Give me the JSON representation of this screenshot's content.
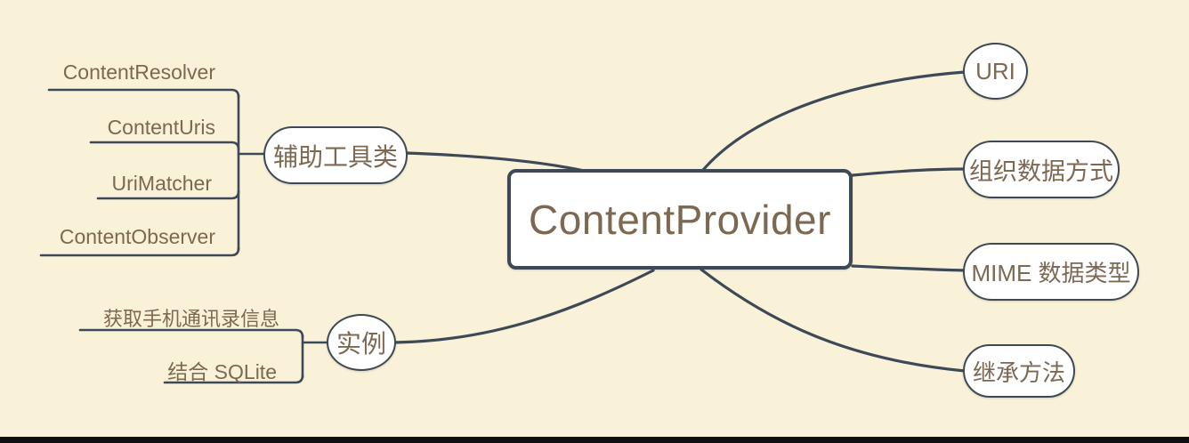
{
  "colors": {
    "background": "#f9f2d8",
    "line": "#3d4956",
    "node_fill": "#ffffff",
    "text": "#7d6852",
    "bottom_bar": "#0f0f0f"
  },
  "root": {
    "label": "ContentProvider"
  },
  "left_branches": [
    {
      "label": "辅助工具类",
      "children": [
        "ContentResolver",
        "ContentUris",
        "UriMatcher",
        "ContentObserver"
      ]
    },
    {
      "label": "实例",
      "children": [
        "获取手机通讯录信息",
        "结合 SQLite"
      ]
    }
  ],
  "right_branches": [
    {
      "label": "URI"
    },
    {
      "label": "组织数据方式"
    },
    {
      "label": "MIME 数据类型"
    },
    {
      "label": "继承方法"
    }
  ]
}
